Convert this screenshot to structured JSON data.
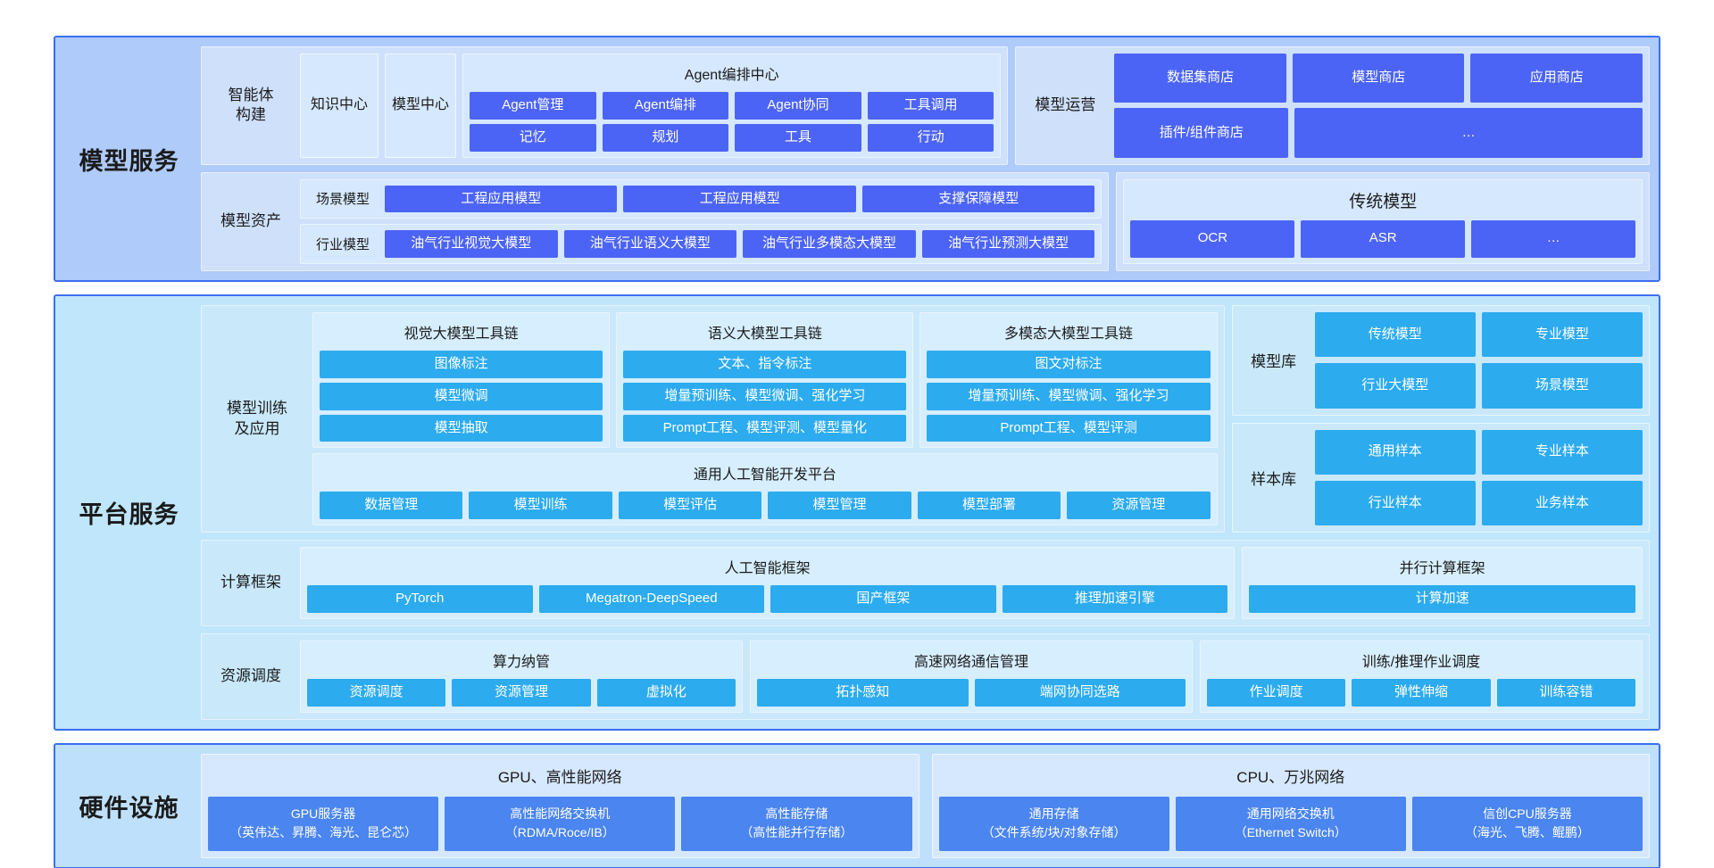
{
  "colors": {
    "indigo": "#4c64f5",
    "sky": "#2cabef",
    "hardware_blue": "#4a85f0",
    "band_model": "#aecbfa",
    "band_platform": "#bfe6fb",
    "band_hardware": "#bfe0fb",
    "border": "#3d6ef0"
  },
  "layers": {
    "model_service": {
      "title": "模型服务",
      "agent_build": {
        "label": "智能体\n构建",
        "label_line1": "智能体",
        "label_line2": "构建",
        "knowledge_center": "知识中心",
        "model_center": "模型中心",
        "orchestration": {
          "caption": "Agent编排中心",
          "row1": [
            "Agent管理",
            "Agent编排",
            "Agent协同",
            "工具调用"
          ],
          "row2": [
            "记忆",
            "规划",
            "工具",
            "行动"
          ]
        }
      },
      "model_operation": {
        "label": "模型运营",
        "row1": [
          "数据集商店",
          "模型商店",
          "应用商店"
        ],
        "row2": [
          "插件/组件商店",
          "…"
        ]
      },
      "model_assets": {
        "label": "模型资产",
        "scene": {
          "label": "场景模型",
          "items": [
            "工程应用模型",
            "工程应用模型",
            "支撑保障模型"
          ]
        },
        "industry": {
          "label": "行业模型",
          "items": [
            "油气行业视觉大模型",
            "油气行业语义大模型",
            "油气行业多模态大模型",
            "油气行业预测大模型"
          ]
        }
      },
      "traditional_models": {
        "caption": "传统模型",
        "items": [
          "OCR",
          "ASR",
          "…"
        ]
      }
    },
    "platform_service": {
      "title": "平台服务",
      "training": {
        "label_line1": "模型训练",
        "label_line2": "及应用",
        "toolchains": [
          {
            "caption": "视觉大模型工具链",
            "items": [
              "图像标注",
              "模型微调",
              "模型抽取"
            ]
          },
          {
            "caption": "语义大模型工具链",
            "items": [
              "文本、指令标注",
              "增量预训练、模型微调、强化学习",
              "Prompt工程、模型评测、模型量化"
            ]
          },
          {
            "caption": "多模态大模型工具链",
            "items": [
              "图文对标注",
              "增量预训练、模型微调、强化学习",
              "Prompt工程、模型评测"
            ]
          }
        ],
        "dev_platform": {
          "caption": "通用人工智能开发平台",
          "items": [
            "数据管理",
            "模型训练",
            "模型评估",
            "模型管理",
            "模型部署",
            "资源管理"
          ]
        }
      },
      "model_repo": {
        "label": "模型库",
        "items": [
          "传统模型",
          "专业模型",
          "行业大模型",
          "场景模型"
        ]
      },
      "sample_repo": {
        "label": "样本库",
        "items": [
          "通用样本",
          "专业样本",
          "行业样本",
          "业务样本"
        ]
      },
      "compute_framework": {
        "label": "计算框架",
        "ai_framework": {
          "caption": "人工智能框架",
          "items": [
            "PyTorch",
            "Megatron-DeepSpeed",
            "国产框架",
            "推理加速引擎"
          ]
        },
        "parallel_framework": {
          "caption": "并行计算框架",
          "items": [
            "计算加速"
          ]
        }
      },
      "resource_scheduling": {
        "label": "资源调度",
        "groups": [
          {
            "caption": "算力纳管",
            "items": [
              "资源调度",
              "资源管理",
              "虚拟化"
            ]
          },
          {
            "caption": "高速网络通信管理",
            "items": [
              "拓扑感知",
              "端网协同选路"
            ]
          },
          {
            "caption": "训练/推理作业调度",
            "items": [
              "作业调度",
              "弹性伸缩",
              "训练容错"
            ]
          }
        ]
      }
    },
    "hardware": {
      "title": "硬件设施",
      "panels": [
        {
          "caption": "GPU、高性能网络",
          "items": [
            {
              "line1": "GPU服务器",
              "line2": "（英伟达、昇腾、海光、昆仑芯）"
            },
            {
              "line1": "高性能网络交换机",
              "line2": "（RDMA/Roce/IB）"
            },
            {
              "line1": "高性能存储",
              "line2": "（高性能并行存储）"
            }
          ]
        },
        {
          "caption": "CPU、万兆网络",
          "items": [
            {
              "line1": "通用存储",
              "line2": "（文件系统/块/对象存储）"
            },
            {
              "line1": "通用网络交换机",
              "line2": "（Ethernet Switch）"
            },
            {
              "line1": "信创CPU服务器",
              "line2": "（海光、飞腾、鲲鹏）"
            }
          ]
        }
      ]
    }
  }
}
